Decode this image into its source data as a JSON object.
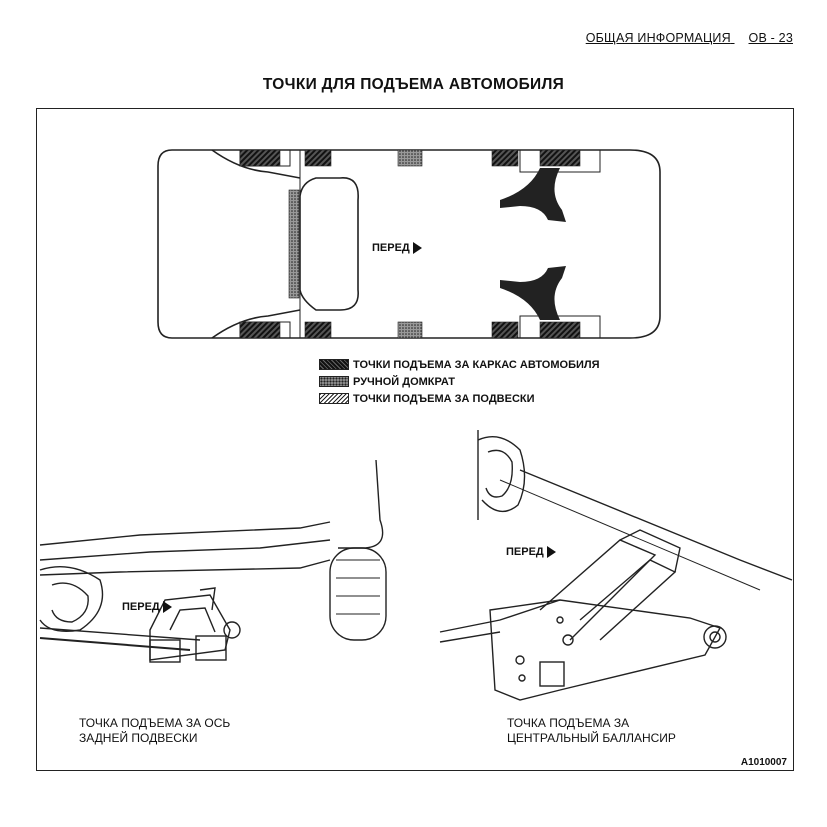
{
  "header": {
    "section": "ОБЩАЯ ИНФОРМАЦИЯ",
    "page": "ОВ - 23"
  },
  "title": "ТОЧКИ ДЛЯ  ПОДЪЕМА АВТОМОБИЛЯ",
  "top_diagram": {
    "forward_label": "ПЕРЕД"
  },
  "legend": {
    "frame_points": "ТОЧКИ ПОДЪЕМА ЗА КАРКАС АВТОМОБИЛЯ",
    "hand_jack": "РУЧНОЙ ДОМКРАТ",
    "suspension_points": "ТОЧКИ ПОДЪЕМА ЗА ПОДВЕСКИ"
  },
  "left_figure": {
    "forward_label": "ПЕРЕД",
    "caption_line1": "ТОЧКА ПОДЪЕМА ЗА ОСЬ",
    "caption_line2": "ЗАДНЕЙ ПОДВЕСКИ"
  },
  "right_figure": {
    "forward_label": "ПЕРЕД",
    "caption_line1": "ТОЧКА ПОДЪЕМА ЗА",
    "caption_line2": "ЦЕНТРАЛЬНЫЙ БАЛЛАНСИР"
  },
  "figure_code": "A1010007"
}
